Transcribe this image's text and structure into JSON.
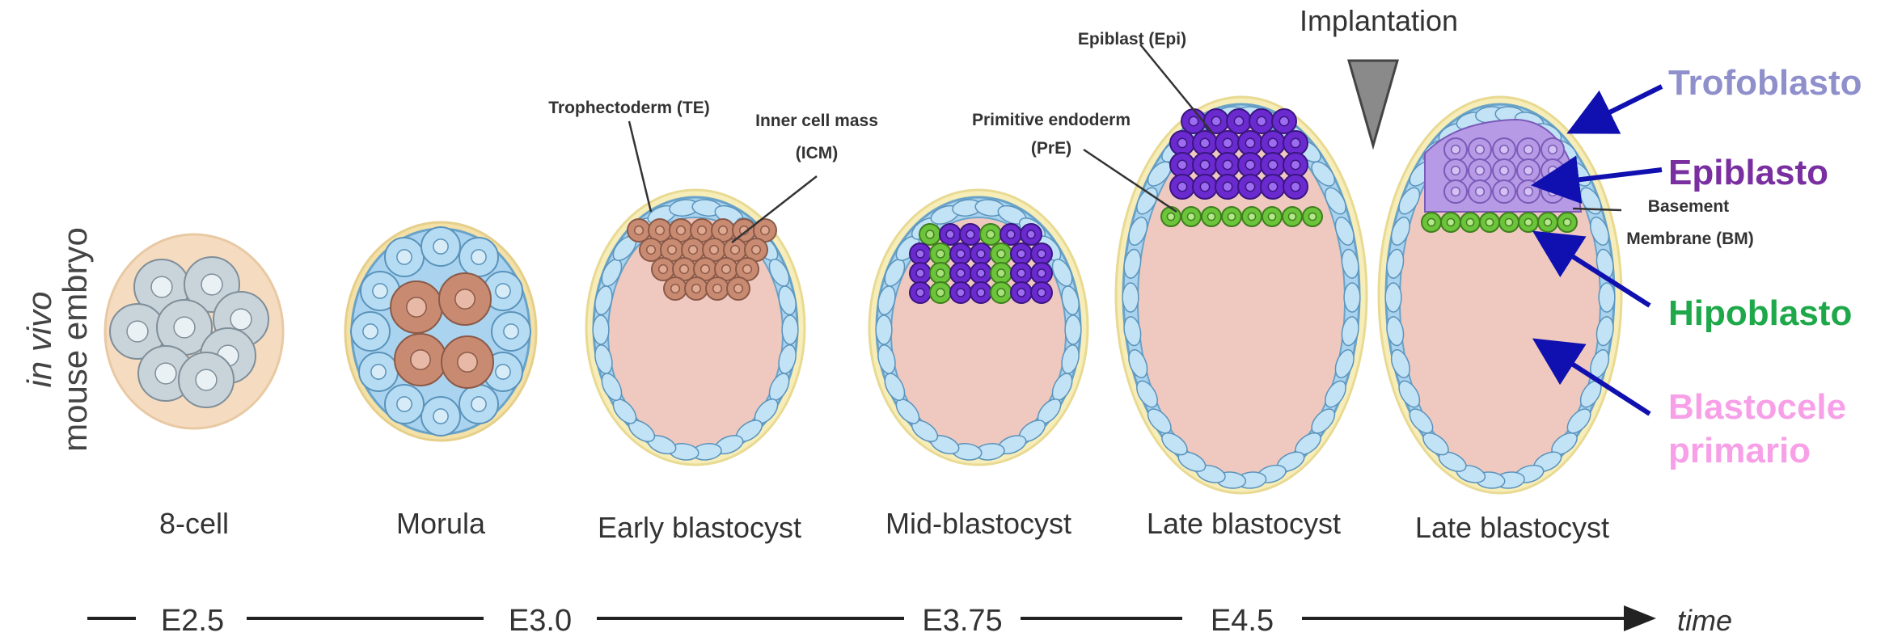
{
  "side_label": {
    "line1": "in vivo",
    "line2": "mouse embryo"
  },
  "implantation": "Implantation",
  "stages": [
    "8-cell",
    "Morula",
    "Early blastocyst",
    "Mid-blastocyst",
    "Late blastocyst",
    "Late blastocyst"
  ],
  "annotations": {
    "te": "Trophectoderm (TE)",
    "icm_1": "Inner cell mass",
    "icm_2": "(ICM)",
    "pre_1": "Primitive endoderm",
    "pre_2": "(PrE)",
    "epi": "Epiblast (Epi)",
    "bm_1": "Basement",
    "bm_2": "Membrane (BM)"
  },
  "spanish_labels": {
    "trofoblasto": "Trofoblasto",
    "epiblasto": "Epiblasto",
    "hipoblasto": "Hipoblasto",
    "blastocele_1": "Blastocele",
    "blastocele_2": "primario"
  },
  "timeline": {
    "ticks": [
      "E2.5",
      "E3.0",
      "E3.75",
      "E4.5"
    ],
    "end_label": "time"
  },
  "colors": {
    "trofoblasto": "#8f8fcc",
    "epiblasto": "#7a2fa0",
    "hipoblasto": "#1ea84a",
    "blastocele": "#f7a0e8",
    "arrow": "#1010b0",
    "trophectoderm": "#a9d3ee",
    "blastocoel": "#efc9bf",
    "epiblast_cell": "#6a2ad0",
    "pre_cell": "#6cc43a",
    "icm_cell": "#c98a72"
  }
}
